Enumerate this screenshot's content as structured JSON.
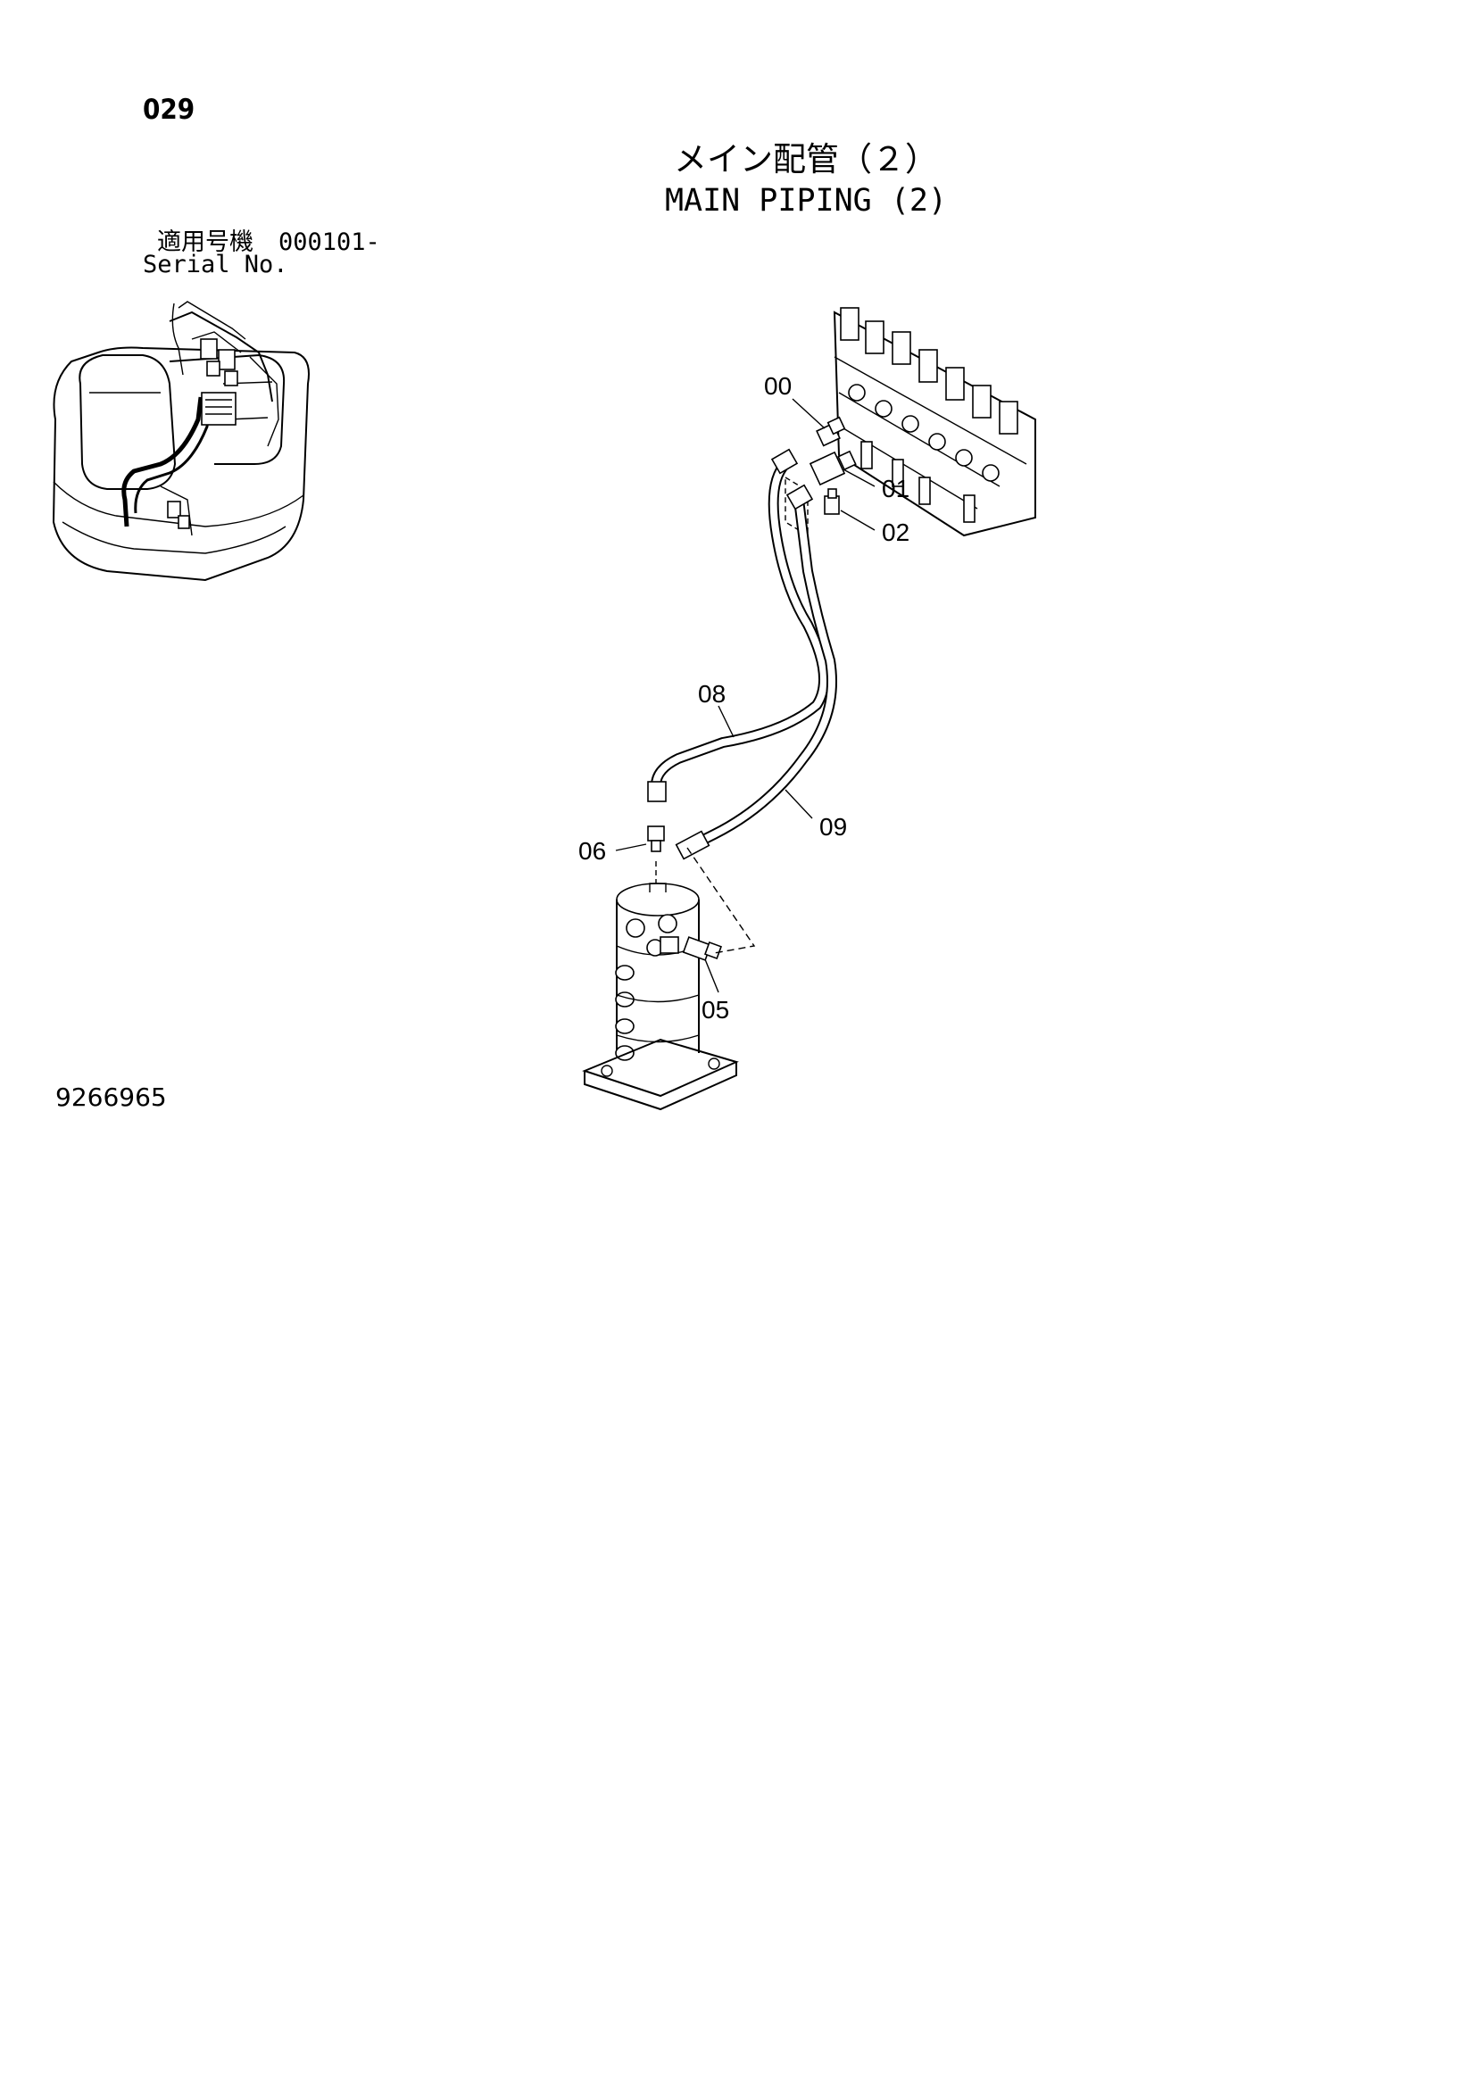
{
  "page_number": "029",
  "title_ja": "メイン配管（２）",
  "title_en": "MAIN PIPING (2)",
  "serial": {
    "label_ja": "適用号機",
    "range": "000101-",
    "label_en": "Serial No."
  },
  "doc_number": "9266965",
  "callouts": {
    "p00": "00",
    "p01": "01",
    "p02": "02",
    "p05": "05",
    "p06": "06",
    "p08": "08",
    "p09": "09"
  }
}
